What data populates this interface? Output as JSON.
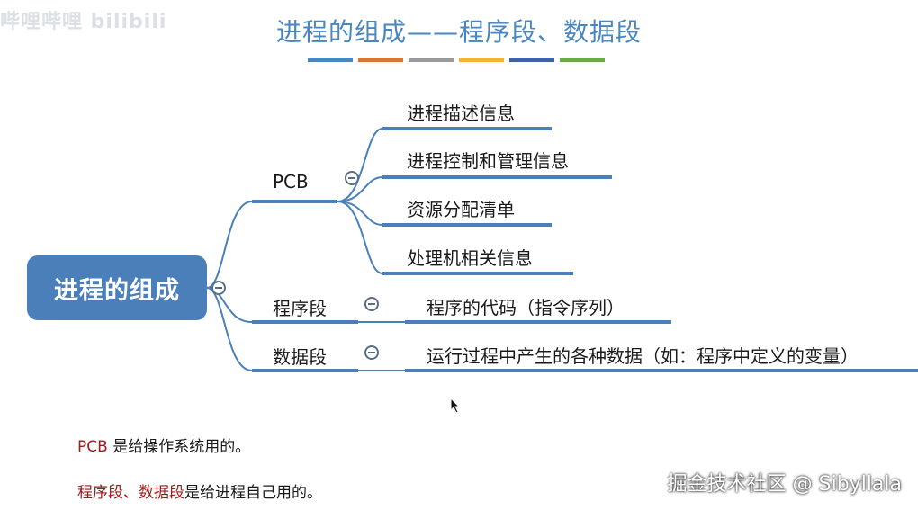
{
  "watermark_top_left": "哔哩哔哩 bilibili",
  "title": "进程的组成——程序段、数据段",
  "title_bar_colors": [
    "#4a86bf",
    "#d9743a",
    "#9a9a9a",
    "#f0b43a",
    "#3d62a8",
    "#6aa84f"
  ],
  "root": {
    "label": "进程的组成"
  },
  "branches": {
    "pcb": {
      "label": "PCB",
      "children": [
        "进程描述信息",
        "进程控制和管理信息",
        "资源分配清单",
        "处理机相关信息"
      ]
    },
    "program": {
      "label": "程序段",
      "child": "程序的代码（指令序列）"
    },
    "data": {
      "label": "数据段",
      "child": "运行过程中产生的各种数据（如：程序中定义的变量）"
    }
  },
  "notes": [
    {
      "hl": "PCB",
      "text": " 是给操作系统用的。"
    },
    {
      "hl": "程序段、数据段",
      "text": "是给进程自己用的。"
    }
  ],
  "watermark_bottom_right": "掘金技术社区 @ Sibyllala",
  "colors": {
    "accent": "#4a7fba",
    "line": "#4a7fba",
    "note_highlight": "#a01c1c"
  }
}
